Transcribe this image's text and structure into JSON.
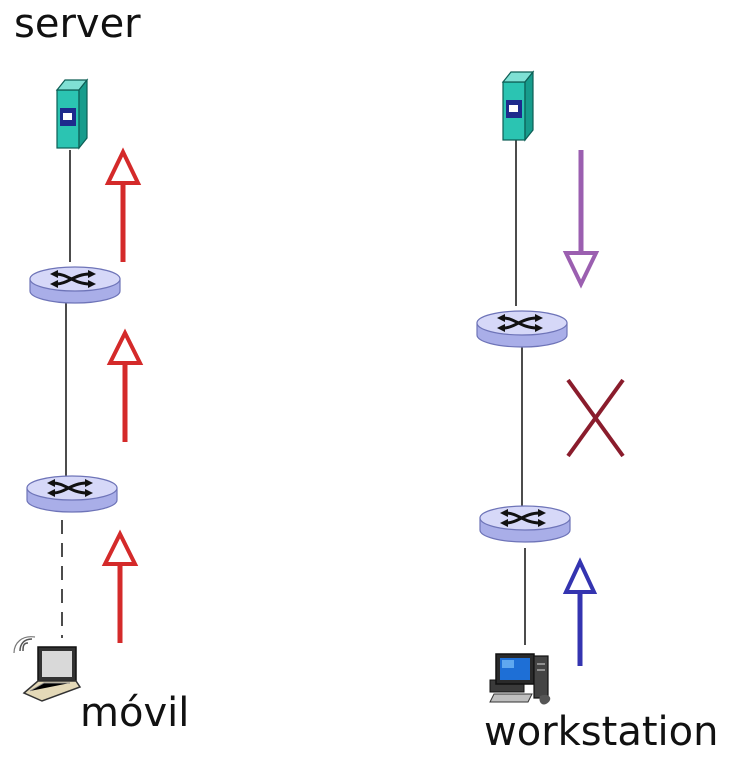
{
  "labels": {
    "server": "server",
    "mobile": "móvil",
    "workstation": "workstation"
  },
  "colors": {
    "upstream_arrow": "#d42a2a",
    "downstream_arrow": "#9b5fb0",
    "local_arrow": "#3434b0",
    "failure_mark": "#8a1c2c",
    "router_fill": "#c9ccf5",
    "server_fill": "#2bc4b2"
  },
  "icons": [
    "server-icon",
    "router-icon",
    "laptop-icon",
    "workstation-icon",
    "failure-x-icon"
  ]
}
